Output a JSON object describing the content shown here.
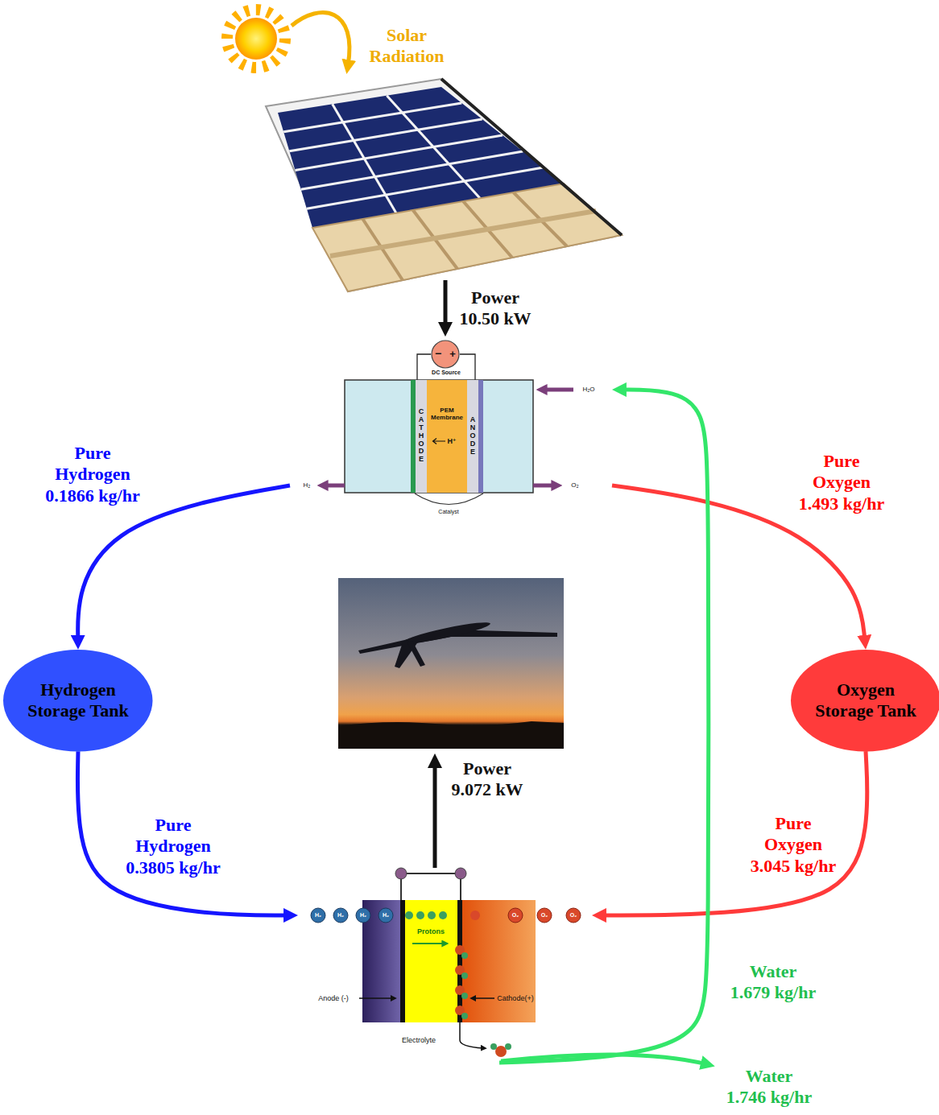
{
  "diagram": {
    "nodes": [
      {
        "text": [
          "−",
          "+",
          "DC Source",
          "H₂O",
          "CATHODE",
          "PEM Membrane",
          "H⁺",
          "ANODE",
          "H₂",
          "O₂",
          "Catalyst"
        ]
      },
      {
        "text": [
          "Hydrogen Storage Tank"
        ]
      },
      {
        "text": [
          "Oxygen Storage Tank"
        ]
      },
      {
        "text": [
          "H₂",
          "H₂",
          "H₂",
          "H₂",
          "Protons",
          "O₂",
          "O₂",
          "O₂",
          "Anode (-)",
          "Cathode(+)",
          "Electrolyte"
        ]
      }
    ],
    "edges": [
      {
        "from": 0,
        "to": 1,
        "arrow": "to",
        "label": "Pure Hydrogen 0.1866 kg/hr"
      },
      {
        "from": 0,
        "to": 2,
        "arrow": "to",
        "label": "Pure Oxygen 1.493 kg/hr"
      },
      {
        "from": 1,
        "to": 3,
        "arrow": "to",
        "label": "Pure Hydrogen 0.3805 kg/hr"
      },
      {
        "from": 2,
        "to": 3,
        "arrow": "to",
        "label": "Pure Oxygen 3.045 kg/hr"
      },
      {
        "from": 3,
        "to": 0,
        "arrow": "to",
        "label": "Water 1.679 kg/hr"
      }
    ],
    "labels": [
      "Solar Radiation",
      "Power 10.50 kW",
      "Power 9.072 kW",
      "Water 1.746 kg/hr"
    ]
  }
}
